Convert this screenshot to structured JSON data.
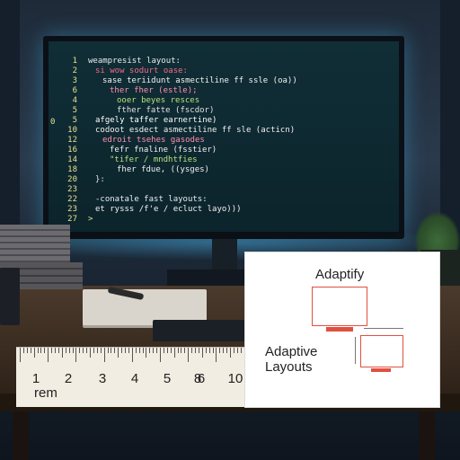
{
  "screen": {
    "lines": [
      {
        "n": "1",
        "text": "weampresist layout:",
        "indent": 0,
        "color": "#e8ecef"
      },
      {
        "n": "2",
        "text": "si wow sodurt oase:",
        "indent": 1,
        "color": "#f06a8a"
      },
      {
        "n": "3",
        "text": "sase teriidunt asmectiline ff ssle (oa))",
        "indent": 2,
        "color": "#f2f2f2"
      },
      {
        "n": "6",
        "text": "ther fher (estle);",
        "indent": 3,
        "color": "#ff8fb0"
      },
      {
        "n": "4",
        "text": "ooer beyes resces",
        "indent": 4,
        "color": "#b8e07c"
      },
      {
        "n": "5",
        "text": "fther fatte (fscdor)",
        "indent": 4,
        "color": "#e0e0e0"
      },
      {
        "n": "5",
        "text": "afgely taffer earnertine)",
        "indent": 1,
        "color": "#ffffff"
      },
      {
        "n": "10",
        "text": "codoot esdect asmectiline ff sle (acticn)",
        "indent": 1,
        "color": "#f2f2f2"
      },
      {
        "n": "12",
        "text": "edroit tsehes gasodes",
        "indent": 2,
        "color": "#ff8fb0"
      },
      {
        "n": "16",
        "text": "fefr fnaline (fsstier)",
        "indent": 3,
        "color": "#f0f0f0"
      },
      {
        "n": "14",
        "text": "\"tifer / mndhtfies",
        "indent": 3,
        "color": "#b8e07c"
      },
      {
        "n": "18",
        "text": "fher fdue, ((ysges)",
        "indent": 4,
        "color": "#f0f0f0"
      },
      {
        "n": "20",
        "text": "}:",
        "indent": 1,
        "color": "#e0e0e0"
      },
      {
        "n": "23",
        "text": "",
        "indent": 0,
        "color": "#e0e0e0"
      },
      {
        "n": "22",
        "text": "-conatale fast layouts:",
        "indent": 1,
        "color": "#e8ecef"
      },
      {
        "n": "23",
        "text": "et rysss /f'e / ecluct layo)))",
        "indent": 1,
        "color": "#f2f2f2"
      },
      {
        "n": "27",
        "text": ">",
        "indent": 0,
        "color": "#e8e090"
      }
    ],
    "highlight_marker": "0"
  },
  "ruler": {
    "numbers": [
      "1",
      "2",
      "3",
      "4",
      "5",
      "6",
      "8",
      "10"
    ],
    "unit": "rem"
  },
  "card": {
    "title": "Adaptify",
    "subtitle": "Adaptive Layouts",
    "accent": "#e05040"
  }
}
